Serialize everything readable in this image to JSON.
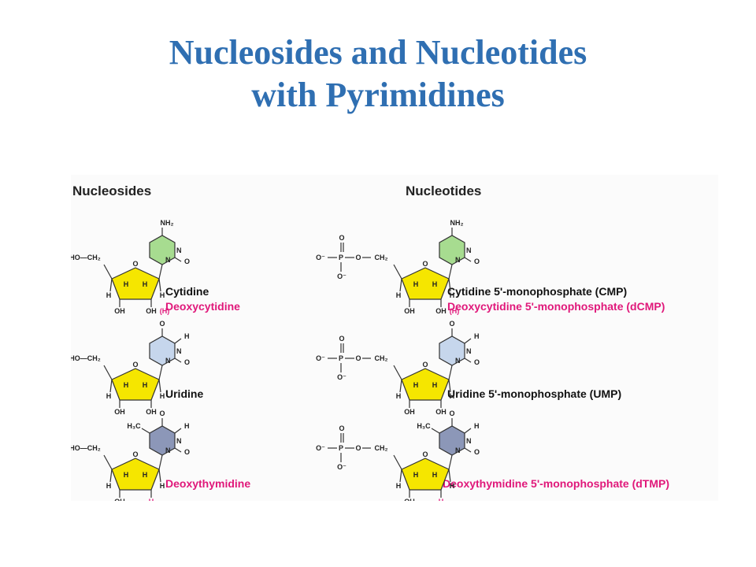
{
  "title": {
    "line1": "Nucleosides and Nucleotides",
    "line2": "with Pyrimidines"
  },
  "headings": {
    "left": "Nucleosides",
    "right": "Nucleotides"
  },
  "atoms": {
    "nh2": "NH₂",
    "n": "N",
    "o": "O",
    "h": "H",
    "h_parens": "(H)",
    "ho_ch2": "HO—CH₂",
    "ch2": "CH₂",
    "oh": "OH",
    "h3c": "H₃C",
    "p": "P",
    "o_minus": "O⁻"
  },
  "nucleosides": {
    "cytidine": "Cytidine",
    "deoxycytidine": "Deoxycytidine",
    "uridine": "Uridine",
    "deoxythymidine": "Deoxythymidine"
  },
  "nucleotides": {
    "cmp": "Cytidine 5'-monophosphate (CMP)",
    "dcmp": "Deoxycytidine 5'-monophosphate (dCMP)",
    "ump": "Uridine 5'-monophosphate (UMP)",
    "dtmp": "Deoxythymidine 5'-monophosphate (dTMP)"
  },
  "colors": {
    "title": "#2f6fb2",
    "sugar": "#f5e600",
    "cytosine": "#a7dc90",
    "uracil": "#c6d6ec",
    "thymine": "#8c97b8",
    "deoxy_highlight": "#e0187a"
  }
}
